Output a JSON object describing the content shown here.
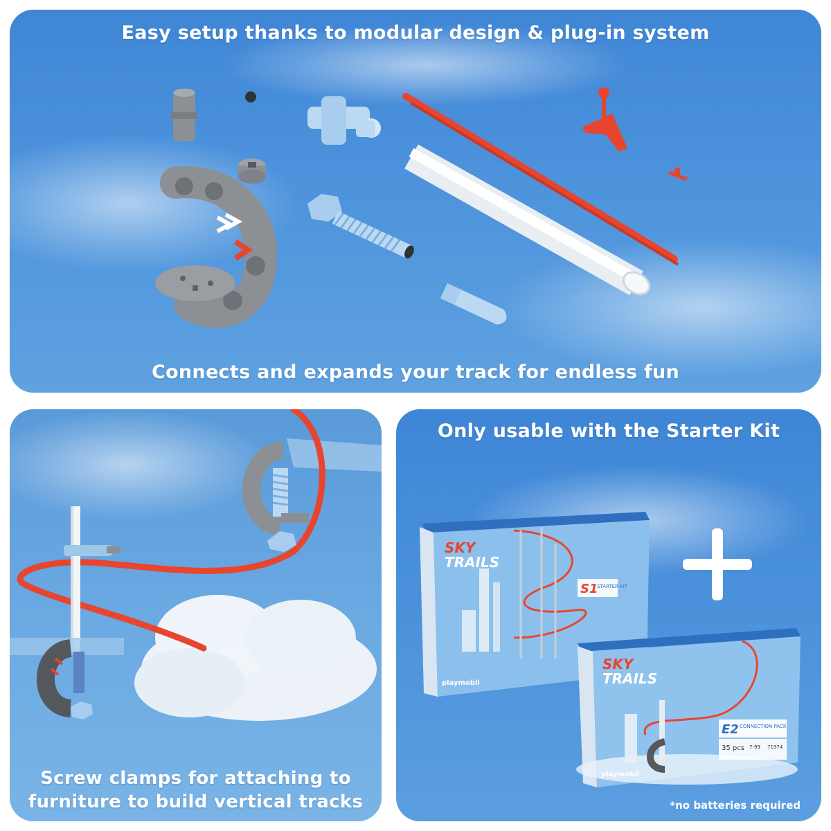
{
  "top_panel": {
    "heading": "Easy setup thanks to modular design & plug-in system",
    "subheading": "Connects and expands your track for endless fun"
  },
  "left_panel": {
    "caption_line1": "Screw clamps for attaching to",
    "caption_line2": "furniture to build vertical tracks"
  },
  "right_panel": {
    "heading": "Only usable with the Starter Kit",
    "plus_symbol": "+",
    "footnote": "*no batteries required",
    "starter_box": {
      "brand_top": "SKY",
      "brand_bottom": "TRAILS",
      "kit_code": "S1",
      "kit_name": "STARTER KIT",
      "maker": "playmobil"
    },
    "connection_box": {
      "brand_top": "SKY",
      "brand_bottom": "TRAILS",
      "kit_code": "E2",
      "kit_name": "CONNECTION PACK",
      "pieces": "35 pcs",
      "age": "7-99",
      "item_number": "71974",
      "maker": "playmobil"
    }
  },
  "colors": {
    "sky_blue": "#4a8fda",
    "track_red": "#e8452f",
    "part_gray": "#8c8f93",
    "part_light_blue": "#bcd9f3",
    "text_white": "#ffffff"
  }
}
